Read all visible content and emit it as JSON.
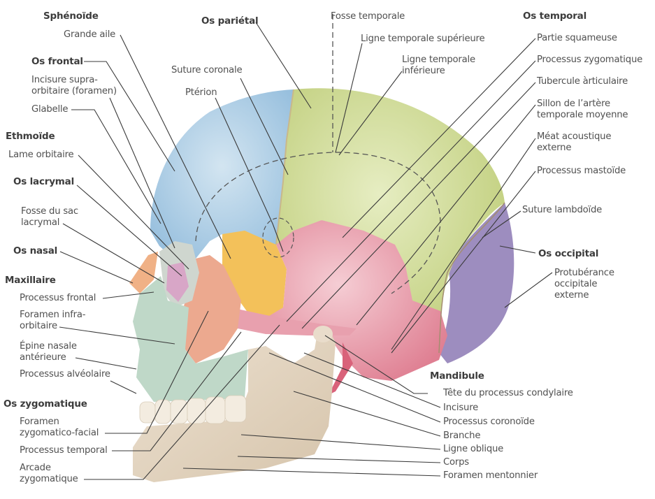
{
  "title": "Crâne — vue latérale",
  "colors": {
    "frontal": "#a9cbe3",
    "parietal": "#c9d88a",
    "temporal": "#e7a1b0",
    "sphenoid": "#f2c35a",
    "occipital": "#9b8bbd",
    "zygomatic": "#eeab93",
    "maxilla": "#bcd7c7",
    "nasal": "#f0b487",
    "lacrimal": "#d9a7c4",
    "mandible": "#e6d8c4",
    "teeth": "#f3ece0",
    "leader": "#3a3a3a"
  },
  "left_labels": {
    "sphenoid_header": "Sphénoïde",
    "grande_aile": "Grande aile",
    "frontal_header": "Os frontal",
    "incisure_supra": "Incisure supra-\norbitaire (foramen)",
    "glabelle": "Glabelle",
    "ethmoide_header": "Ethmoïde",
    "lame_orbitaire": "Lame orbitaire",
    "lacrymal_header": "Os lacrymal",
    "fosse_sac": "Fosse du sac\nlacrymal",
    "nasal_header": "Os nasal",
    "maxillaire_header": "Maxillaire",
    "processus_frontal": "Processus frontal",
    "foramen_infra": "Foramen infra-\norbitaire",
    "epine_nasale": "Épine nasale\nantérieure",
    "processus_alveolaire": "Processus alvéolaire",
    "zygomatique_header": "Os zygomatique",
    "foramen_zygo": "Foramen\nzygomatico-facial",
    "processus_temporal": "Processus temporal",
    "arcade_zygo": "Arcade\nzygomatique"
  },
  "top_labels": {
    "parietal_header": "Os pariétal",
    "fosse_temporale": "Fosse temporale",
    "ligne_sup": "Ligne temporale supérieure",
    "ligne_inf": "Ligne temporale\ninférieure",
    "suture_coronale": "Suture coronale",
    "pterion": "Ptérion"
  },
  "right_labels": {
    "temporal_header": "Os temporal",
    "partie_squameuse": "Partie squameuse",
    "processus_zygomatique": "Processus zygomatique",
    "tubercule": "Tubercule àrticulaire",
    "sillon": "Sillon de l’artère\ntemporale moyenne",
    "meat": "Méat acoustique\nexterne",
    "mastoide": "Processus mastoïde",
    "suture_lambdoide": "Suture lambdoïde",
    "occipital_header": "Os occipital",
    "protuberance": "Protubérance\noccipitale\nexterne"
  },
  "mandible_labels": {
    "mandibule_header": "Mandibule",
    "tete_condylaire": "Tête du processus condylaire",
    "incisure": "Incisure",
    "coronoide": "Processus coronoïde",
    "branche": "Branche",
    "ligne_oblique": "Ligne oblique",
    "corps": "Corps",
    "foramen_mentonnier": "Foramen mentonnier"
  }
}
